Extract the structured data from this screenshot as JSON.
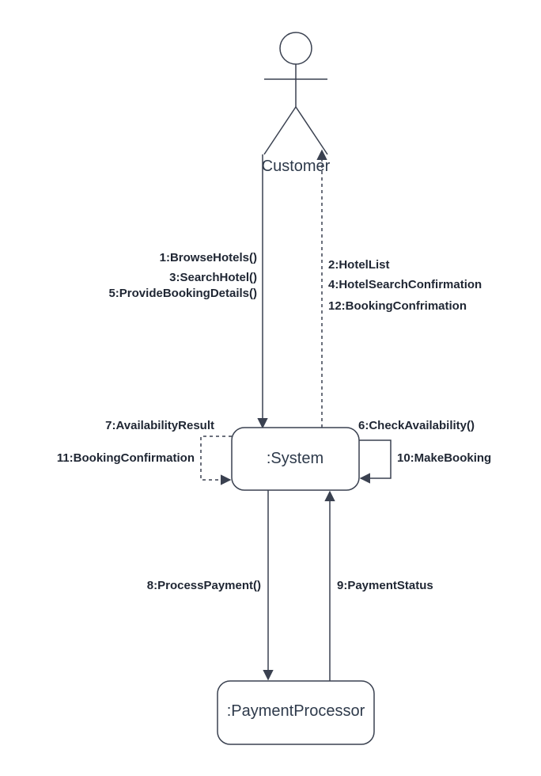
{
  "actor": {
    "label": "Customer"
  },
  "nodes": {
    "system": ":System",
    "payment_processor": ":PaymentProcessor"
  },
  "messages": {
    "customer_to_system": [
      "1:BrowseHotels()",
      "3:SearchHotel()",
      "5:ProvideBookingDetails()"
    ],
    "system_to_customer": [
      "2:HotelList",
      "4:HotelSearchConfirmation",
      "12:BookingConfrimation"
    ],
    "system_self_left": [
      "7:AvailabilityResult",
      "11:BookingConfirmation"
    ],
    "system_self_right": [
      "6:CheckAvailability()",
      "10:MakeBooking"
    ],
    "system_to_payment": "8:ProcessPayment()",
    "payment_to_system": "9:PaymentStatus"
  }
}
